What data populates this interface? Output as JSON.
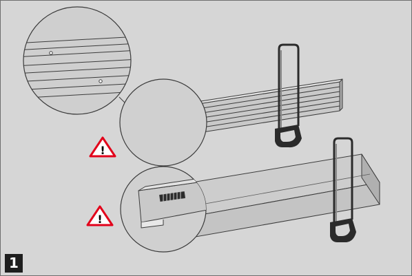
{
  "step": {
    "number": "1"
  },
  "warning_icon": {
    "symbol": "!",
    "color": "#e2001a"
  },
  "colors": {
    "background": "#d6d6d6",
    "line": "#3a3a3a",
    "handle": "#2b2b2b"
  },
  "parts": {
    "upper": "aluminium-profile-rail",
    "lower": "box-profile-cover"
  },
  "tools": [
    "hacksaw",
    "hacksaw"
  ]
}
